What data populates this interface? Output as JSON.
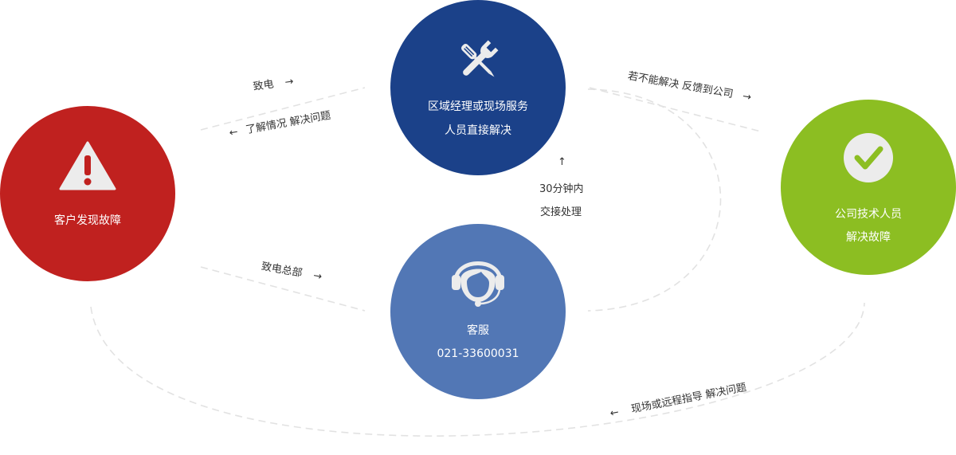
{
  "nodes": {
    "customer": {
      "lines": [
        "客户发现故障"
      ],
      "icon": "warning-icon",
      "color": "#c0211f"
    },
    "manager": {
      "lines": [
        "区域经理或现场服务",
        "人员直接解决"
      ],
      "icon": "tools-icon",
      "color": "#1b4189"
    },
    "service": {
      "lines": [
        "客服",
        "021-33600031"
      ],
      "icon": "headset-agent-icon",
      "color": "#5277b5"
    },
    "tech": {
      "lines": [
        "公司技术人员",
        "解决故障"
      ],
      "icon": "check-icon",
      "color": "#8cbe22"
    }
  },
  "edges": {
    "call": "致电",
    "understand": "了解情况 解决问题",
    "call_hq": "致电总部",
    "handover_line1": "30分钟内",
    "handover_line2": "交接处理",
    "feedback": "若不能解决 反馈到公司",
    "onsite": "现场或远程指导 解决问题"
  },
  "arrows": {
    "right": "→",
    "left": "←",
    "up": "↑"
  }
}
